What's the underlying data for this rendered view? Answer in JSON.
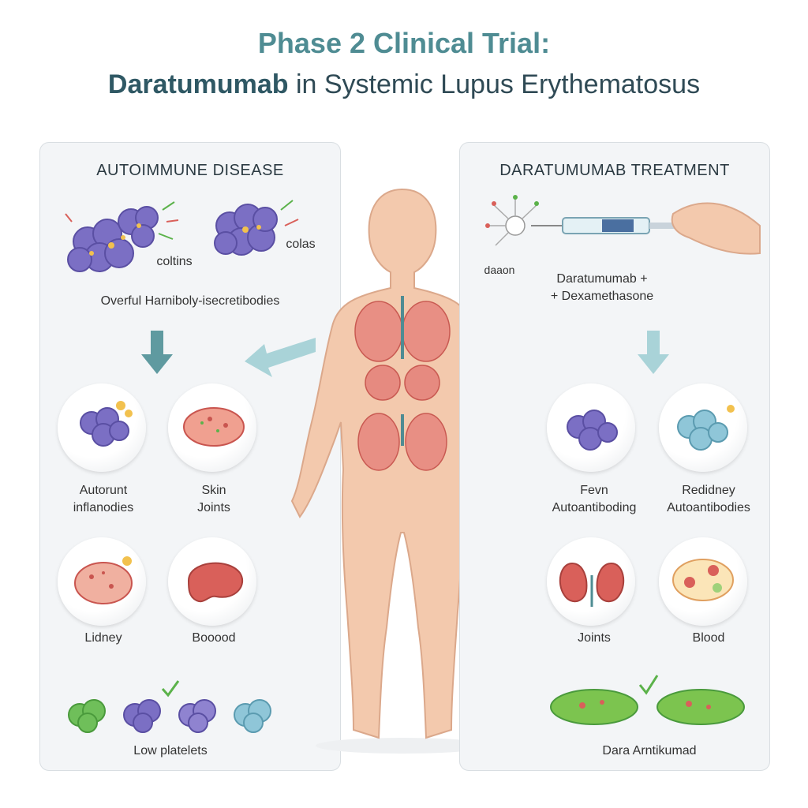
{
  "title": {
    "line1": "Phase 2 Clinical Trial:",
    "line2_bold": "Daratumumab",
    "line2_rest": " in Systemic Lupus Erythematosus"
  },
  "left_panel": {
    "heading": "AUTOIMMUNE DISEASE",
    "cluster_label_1": "coltins",
    "cluster_label_2": "colas",
    "caption": "Overful Harniboly-isecretibodies",
    "items": [
      {
        "line1": "Autorunt",
        "line2": "inflanodies"
      },
      {
        "line1": "Skin",
        "line2": "Joints"
      },
      {
        "line1": "Lidney",
        "line2": ""
      },
      {
        "line1": "Booood",
        "line2": ""
      }
    ],
    "bottom_caption": "Low platelets"
  },
  "right_panel": {
    "heading": "DARATUMUMAB TREATMENT",
    "cell_label": "daaon",
    "treatment_line1": "Daratumumab +",
    "treatment_line2": "+ Dexamethasone",
    "items": [
      {
        "line1": "Fevn",
        "line2": "Autoantiboding"
      },
      {
        "line1": "Redidney",
        "line2": "Autoantibodies"
      },
      {
        "line1": "Joints",
        "line2": ""
      },
      {
        "line1": "Blood",
        "line2": ""
      }
    ],
    "bottom_caption": "Dara Arntikumad"
  },
  "colors": {
    "accent_teal": "#4f8c93",
    "arrow_teal": "#5f9aa0",
    "arrow_light": "#a9d3d8",
    "cell_purple": "#7b6fc4",
    "cell_blue": "#8fc6d8",
    "organ_red": "#d9605a",
    "skin": "#f3c9ad",
    "check_green": "#5bb24a"
  }
}
